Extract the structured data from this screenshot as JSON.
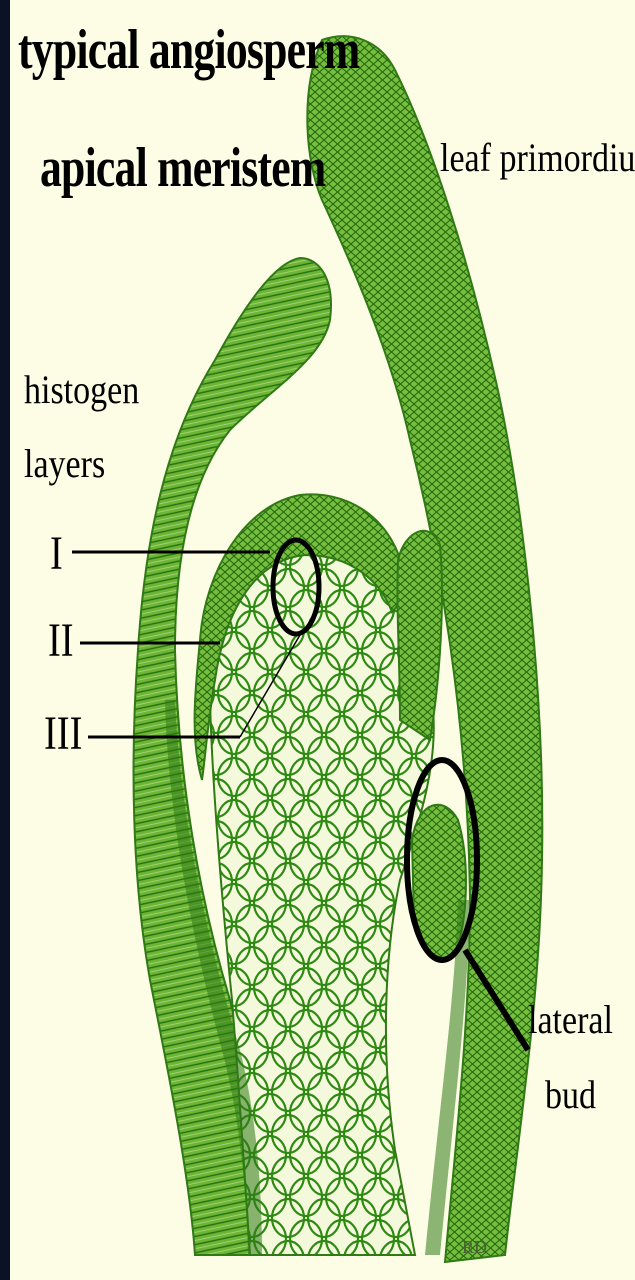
{
  "title": {
    "line1": "typical angiosperm",
    "line2": "apical meristem"
  },
  "labels": {
    "leaf_primordium": "leaf primordium",
    "histogen_line1": "histogen",
    "histogen_line2": "layers",
    "layer_1": "I",
    "layer_2": "II",
    "layer_3": "III",
    "lateral_line1": "lateral",
    "lateral_line2": "bud"
  },
  "signature": "RD",
  "colors": {
    "background": "#fdfde6",
    "tissue_fill": "#6fb43a",
    "tissue_dark": "#2f7a14",
    "cell_line": "#1f6a0c",
    "callout": "#000000",
    "left_bar": "#0b1226"
  }
}
